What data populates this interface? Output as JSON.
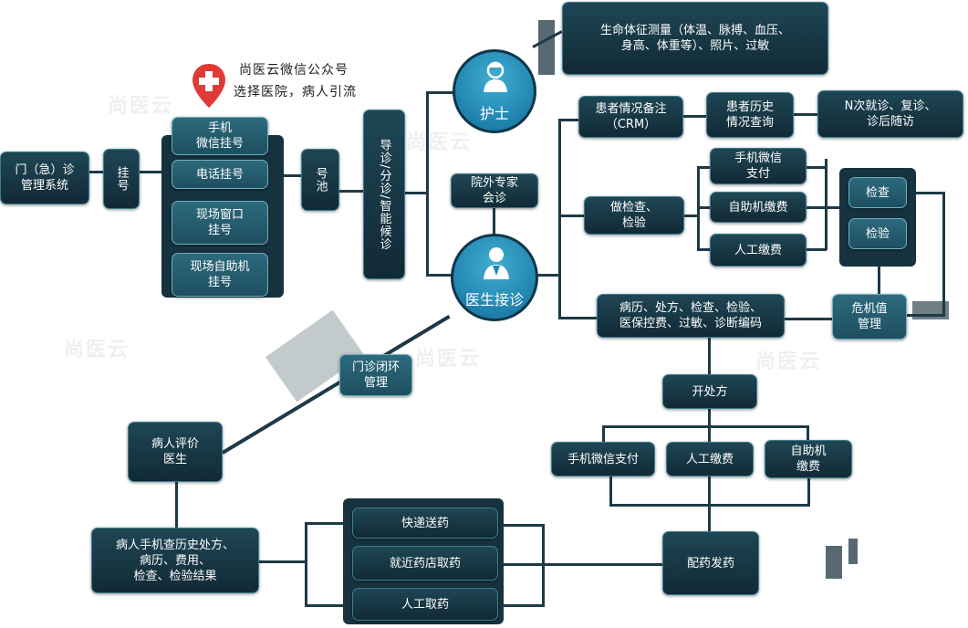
{
  "colors": {
    "node_bg": "#16333f",
    "node_border": "#3d7d91",
    "accent_blue": "#2a95c2",
    "pin_red": "#e03a37",
    "text": "#ffffff"
  },
  "promo": {
    "line1": "尚医云微信公众号",
    "line2": "选择医院，病人引流",
    "pin_icon": "map-pin-cross-icon"
  },
  "watermark": "尚医云",
  "nodes": {
    "outpatient_system": "门（急）诊\n管理系统",
    "registration": "挂号",
    "reg_wechat": "手机\n微信挂号",
    "reg_phone": "电话挂号",
    "reg_window": "现场窗口\n挂号",
    "reg_kiosk": "现场自助机\n挂号",
    "number_pool": "号池",
    "triage": "导诊/分诊/智能候诊",
    "nurse": "护士",
    "nurse_icon": "nurse-avatar-icon",
    "vitals": "生命体征测量（体温、脉搏、血压、\n身高、体重等）、照片、过敏",
    "external_consult": "院外专家\n会诊",
    "doctor": "医生接诊",
    "doctor_icon": "doctor-avatar-icon",
    "patient_notes": "患者情况备注\n（CRM）",
    "patient_history": "患者历史\n情况查询",
    "followup": "N次就诊、复诊、\n诊后随访",
    "exam_test": "做检查、\n检验",
    "pay_wechat_1": "手机微信\n支付",
    "pay_kiosk_1": "自助机缴费",
    "pay_manual_1": "人工缴费",
    "check": "检查",
    "lab": "检验",
    "critical_value": "危机值\n管理",
    "records": "病历、处方、检查、检验、\n医保控费、过敏、诊断编码",
    "prescribe": "开处方",
    "pay_wechat_2": "手机微信支付",
    "pay_manual_2": "人工缴费",
    "pay_kiosk_2": "自助机\n缴费",
    "dispense": "配药发药",
    "closed_loop": "门诊闭环\n管理",
    "patient_review": "病人评价\n医生",
    "patient_lookup": "病人手机查历史处方、\n病历、费用、\n检查、检验结果",
    "express_delivery": "快递送药",
    "nearby_pharmacy": "就近药店取药",
    "manual_pickup": "人工取药"
  }
}
